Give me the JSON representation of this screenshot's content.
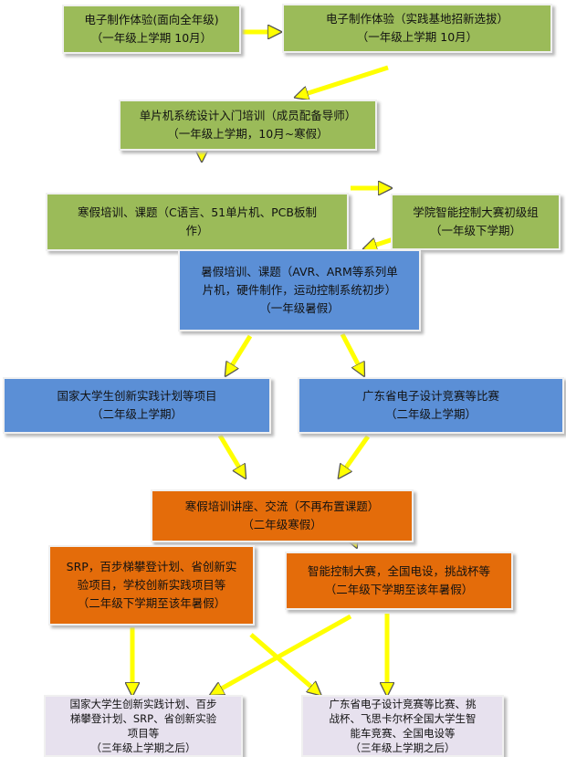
{
  "colors": {
    "stage1": "#9bbb59",
    "stage2": "#5b8fd6",
    "stage3": "#e46c0a",
    "stage4": "#e7e1ee",
    "arrow": "#ffff00"
  },
  "boxes": {
    "b1": {
      "line1": "电子制作体验(面向全年级)",
      "line2": "（一年级上学期 10月）"
    },
    "b2": {
      "line1": "电子制作体验（实践基地招新选拔）",
      "line2": "（一年级上学期 10月）"
    },
    "b3": {
      "line1": "单片机系统设计入门培训（成员配备导师）",
      "line2": "（一年级上学期，10月~寒假）"
    },
    "b4": {
      "line1": "寒假培训、课题（C语言、51单片机、PCB板制",
      "line2": "作）"
    },
    "b5": {
      "line1": "学院智能控制大赛初级组",
      "line2": "（一年级下学期）"
    },
    "b6": {
      "line1": "暑假培训、课题（AVR、ARM等系列单",
      "line2": "片机，硬件制作，运动控制系统初步）",
      "line3": "（一年级暑假）"
    },
    "b7": {
      "line1": "国家大学生创新实践计划等项目",
      "line2": "（二年级上学期）"
    },
    "b8": {
      "line1": "广东省电子设计竞赛等比赛",
      "line2": "（二年级上学期）"
    },
    "b9": {
      "line1": "寒假培训讲座、交流（不再布置课题）",
      "line2": "（二年级寒假）"
    },
    "b10": {
      "line1": "SRP，百步梯攀登计划、省创新实",
      "line2": "验项目，学校创新实践项目等",
      "line3": "（二年级下学期至该年暑假）"
    },
    "b11": {
      "line1": "智能控制大赛，全国电设，挑战杯等",
      "line2": "（二年级下学期至该年暑假）"
    },
    "b12": {
      "line1": "国家大学生创新实践计划、百步",
      "line2": "梯攀登计划、SRP、省创新实验",
      "line3": "项目等",
      "line4": "（三年级上学期之后）"
    },
    "b13": {
      "line1": "广东省电子设计竞赛等比赛、挑",
      "line2": "战杯、飞思卡尔杯全国大学生智",
      "line3": "能车竞赛、全国电设等",
      "line4": "（三年级上学期之后）"
    }
  }
}
